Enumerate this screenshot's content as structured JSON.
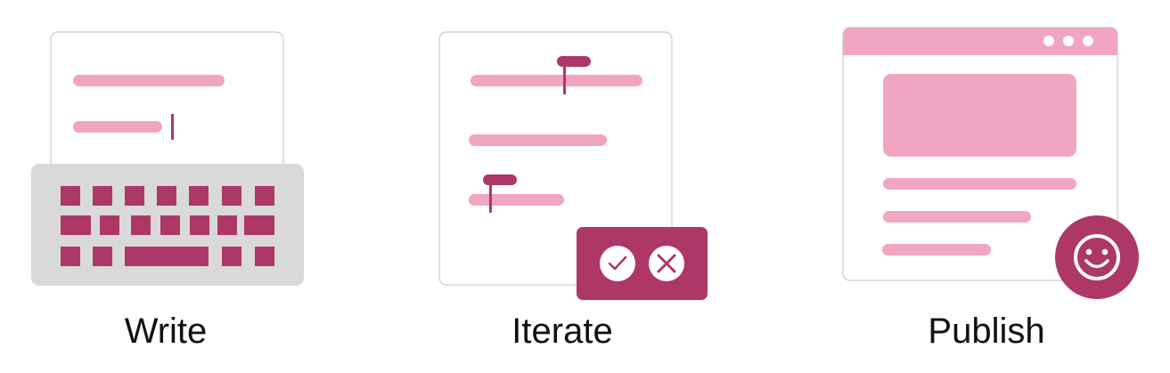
{
  "steps": [
    {
      "label": "Write",
      "icon": "keyboard-document-illustration"
    },
    {
      "label": "Iterate",
      "icon": "edit-review-illustration"
    },
    {
      "label": "Publish",
      "icon": "browser-page-illustration"
    }
  ],
  "colors": {
    "pink_light": "#f0a5c2",
    "magenta": "#ad3868",
    "gray_keyboard": "#d9d9d9",
    "doc_border": "#cccccc",
    "white": "#ffffff",
    "text": "#111111"
  }
}
